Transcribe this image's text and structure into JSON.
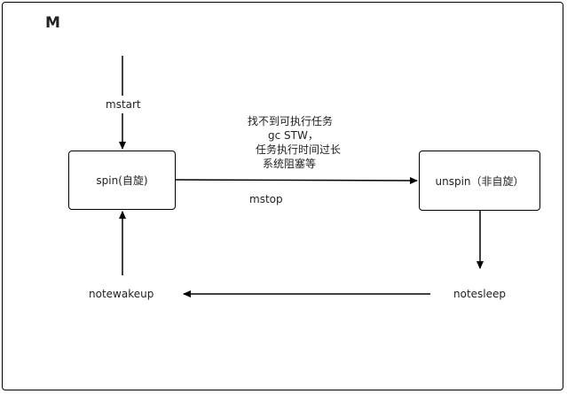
{
  "diagram": {
    "title": "M",
    "nodes": {
      "spin": "spin(自旋)",
      "unspin": "unspin（非自旋）"
    },
    "edges": {
      "mstart": "mstart",
      "mstop": "mstop",
      "notewakeup": "notewakeup",
      "notesleep": "notesleep"
    },
    "conditions": [
      "找不到可执行任务",
      "gc STW，",
      "任务执行时间过长",
      "系统阻塞等"
    ]
  }
}
